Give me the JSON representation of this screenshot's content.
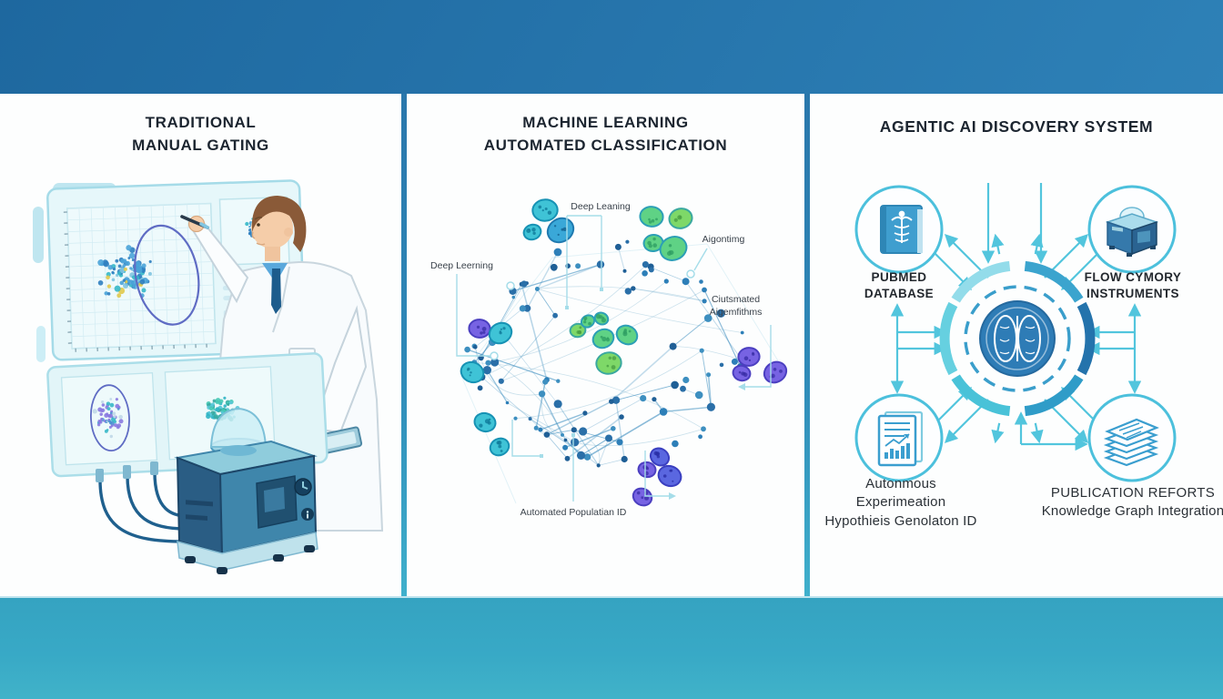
{
  "panels": [
    {
      "id": "traditional",
      "title_line1": "TRADITIONAL",
      "title_line2": "MANUAL GATING"
    },
    {
      "id": "machine-learning",
      "title_line1": "MACHINE LEARNING",
      "title_line2": "AUTOMATED CLASSIFICATION",
      "labels": {
        "top": "Deep Leaning",
        "left": "Deep Leerning",
        "right": "Aigontimg",
        "cluster_line1": "Ciutsmated",
        "cluster_line2": "Aigemfithms",
        "bottom": "Automated Populatian ID"
      }
    },
    {
      "id": "agentic-ai",
      "title": "AGENTIC AI DISCOVERY SYSTEM",
      "nodes": [
        {
          "id": "pubmed",
          "icon": "medical-book",
          "label_line1": "PUBMED",
          "label_line2": "DATABASE"
        },
        {
          "id": "flow-cytometry",
          "icon": "cytometer",
          "label_line1": "FLOW CYMORY",
          "label_line2": "INSTRUMENTS"
        },
        {
          "id": "autonomous",
          "icon": "report-chart",
          "label_line1": "Autonmous",
          "label_line2": "Experimeation",
          "label_line3": "Hypothieis Genolaton ID"
        },
        {
          "id": "publication",
          "icon": "paper-stack",
          "label_line1": "PUBLICATION REFORTS",
          "label_line2": "Knowledge Graph Integration"
        }
      ],
      "center_icon": "brain"
    }
  ],
  "colors": {
    "band_top": "#2270a8",
    "band_bottom": "#38a9c6",
    "divider": "#2f8ab8",
    "accent_teal": "#4cc0dc",
    "hub_blue": "#2e7cb6",
    "network_blue": "#3f8fc0",
    "cell_green": "#5fd285",
    "cell_teal": "#3fc3d6",
    "cell_purple": "#7763e3",
    "gate_indigo": "#5f6cc4",
    "title_color": "#1c2530"
  }
}
